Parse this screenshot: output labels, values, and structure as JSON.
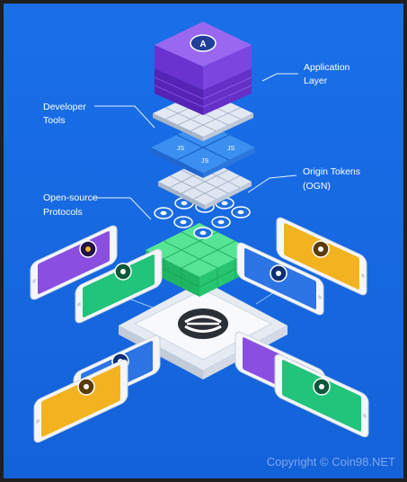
{
  "labels": {
    "application_layer": [
      "Application",
      "Layer"
    ],
    "developer_tools": [
      "Developer",
      "Tools"
    ],
    "origin_tokens": [
      "Origin Tokens",
      "(OGN)"
    ],
    "open_source_protocols": [
      "Open-source",
      "Protocols"
    ]
  },
  "watermark": "Copyright © Coin98.NET",
  "app_cube_badge": "A",
  "colors": {
    "background": "#1769e6",
    "frame": "#1f1f1f",
    "app_layer": "#6f33d9",
    "dev_tools": "#2a7fe8",
    "protocol": "#2ed47a",
    "token": "#1f6fe0",
    "phone_purple": "#8a4fe0",
    "phone_green": "#22c37a",
    "phone_yellow": "#f3b321",
    "phone_blue": "#2d74e4"
  }
}
